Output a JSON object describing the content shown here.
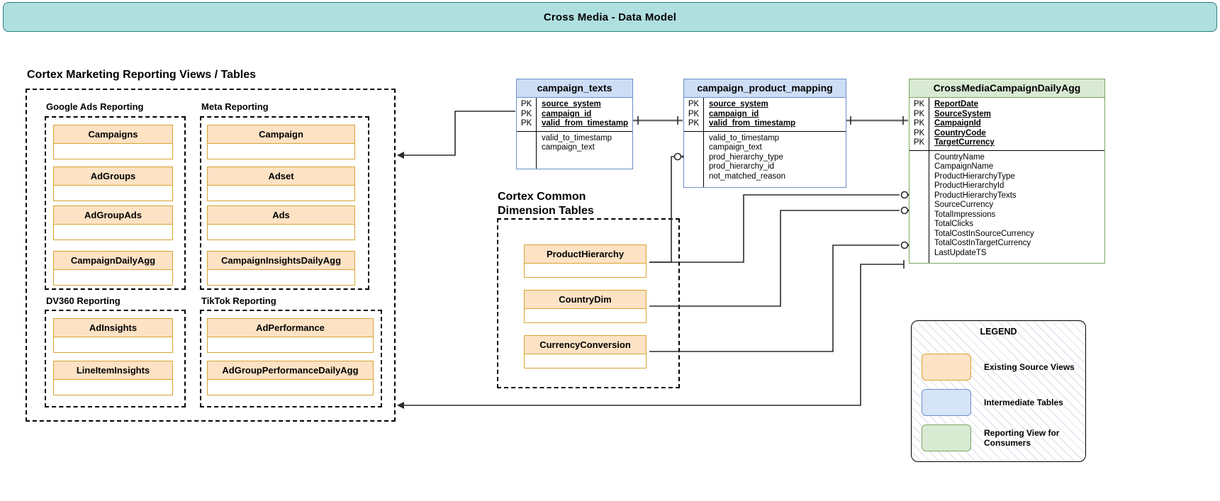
{
  "banner": {
    "title": "Cross Media - Data Model"
  },
  "sections": {
    "reporting_title": "Cortex Marketing Reporting Views / Tables",
    "dimension_title": "Cortex Common\nDimension Tables"
  },
  "groups": [
    {
      "label": "Google Ads Reporting",
      "boxes": [
        "Campaigns",
        "AdGroups",
        "AdGroupAds",
        "CampaignDailyAgg"
      ]
    },
    {
      "label": "Meta Reporting",
      "boxes": [
        "Campaign",
        "Adset",
        "Ads",
        "CampaignInsightsDailyAgg"
      ]
    },
    {
      "label": "DV360 Reporting",
      "boxes": [
        "AdInsights",
        "LineItemInsights"
      ]
    },
    {
      "label": "TikTok Reporting",
      "boxes": [
        "AdPerformance",
        "AdGroupPerformanceDailyAgg"
      ]
    }
  ],
  "dimension_boxes": [
    "ProductHierarchy",
    "CountryDim",
    "CurrencyConversion"
  ],
  "er_tables": [
    {
      "name": "campaign_texts",
      "style": "blue",
      "pk_label": "PK",
      "pk_fields": [
        "source_system",
        "campaign_id",
        "valid_from_timestamp"
      ],
      "fields": [
        "valid_to_timestamp",
        "campaign_text"
      ]
    },
    {
      "name": "campaign_product_mapping",
      "style": "blue",
      "pk_label": "PK",
      "pk_fields": [
        "source_system",
        "campaign_id",
        "valid_from_timestamp"
      ],
      "fields": [
        "valid_to_timestamp",
        "campaign_text",
        "prod_hierarchy_type",
        "prod_hierarchy_id",
        "not_matched_reason"
      ]
    },
    {
      "name": "CrossMediaCampaignDailyAgg",
      "style": "green",
      "pk_label": "PK",
      "pk_fields": [
        "ReportDate",
        "SourceSystem",
        "CampaignId",
        "CountryCode",
        "TargetCurrency"
      ],
      "fields": [
        "CountryName",
        "CampaignName",
        "ProductHierarchyType",
        "ProductHierarchyId",
        "ProductHierarchyTexts",
        "SourceCurrency",
        "TotalImpressions",
        "TotalClicks",
        "TotalCostInSourceCurrency",
        "TotalCostInTargetCurrency",
        "LastUpdateTS"
      ]
    }
  ],
  "legend": {
    "title": "LEGEND",
    "items": [
      {
        "swatch": "orange",
        "label": "Existing Source Views"
      },
      {
        "swatch": "blue",
        "label": "Intermediate Tables"
      },
      {
        "swatch": "green",
        "label": "Reporting View for\nConsumers"
      }
    ]
  },
  "colors": {
    "banner_fill": "#b0dfe0",
    "banner_stroke": "#2d7d80",
    "source_fill": "#fde2c4",
    "source_stroke": "#d6a431",
    "intermediate_fill": "#ccddf5",
    "intermediate_stroke": "#6b8fc9",
    "reporting_fill": "#d9ead3",
    "reporting_stroke": "#7aa661"
  }
}
